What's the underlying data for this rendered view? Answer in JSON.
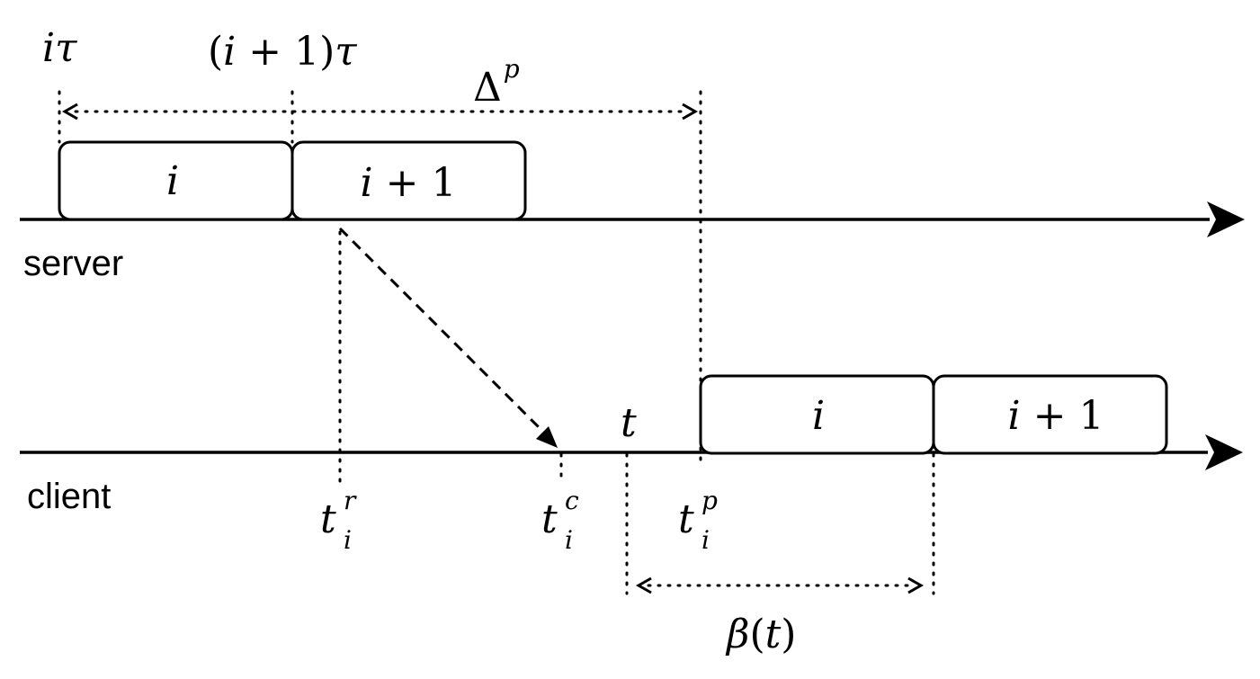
{
  "labels": {
    "server": "server",
    "client": "client"
  },
  "math": {
    "i_tau": {
      "base": "i",
      "greek": "τ"
    },
    "i1_tau": {
      "open": "(",
      "i": "i",
      "plus": " + 1)",
      "tau": "τ"
    },
    "delta_p": {
      "base": "Δ",
      "sup": "p"
    },
    "t": "t",
    "t_r": {
      "base": "t",
      "sup": "r",
      "sub": "i"
    },
    "t_c": {
      "base": "t",
      "sup": "c",
      "sub": "i"
    },
    "t_p": {
      "base": "t",
      "sup": "p",
      "sub": "i"
    },
    "beta": {
      "greek": "β",
      "open": "(",
      "t": "t",
      "close": ")"
    }
  },
  "server_boxes": [
    {
      "var": "i",
      "rest": ""
    },
    {
      "var": "i",
      "rest": " + 1"
    }
  ],
  "client_boxes": [
    {
      "var": "i",
      "rest": ""
    },
    {
      "var": "i",
      "rest": " + 1"
    }
  ]
}
